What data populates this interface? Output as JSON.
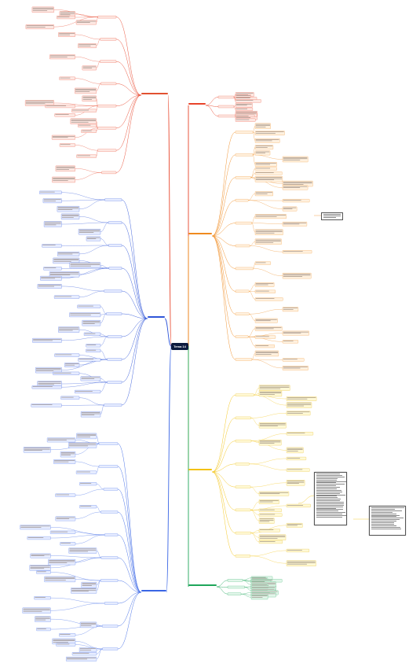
{
  "root": {
    "label": "Tema 14"
  },
  "colors": {
    "red": "#e8442a",
    "orange": "#ef8a1f",
    "yellow": "#f3c20f",
    "green": "#1ea65a",
    "blue": "#2f55d8",
    "blue_light": "#3a66e5",
    "root": "#0d1b3e"
  },
  "branches": [
    {
      "id": "right-red",
      "color": "red"
    },
    {
      "id": "right-orange",
      "color": "orange"
    },
    {
      "id": "right-yellow",
      "color": "yellow"
    },
    {
      "id": "right-green",
      "color": "green"
    },
    {
      "id": "left-red",
      "color": "red"
    },
    {
      "id": "left-blue",
      "color": "blue"
    },
    {
      "id": "left-blue-2",
      "color": "blue_light"
    }
  ]
}
